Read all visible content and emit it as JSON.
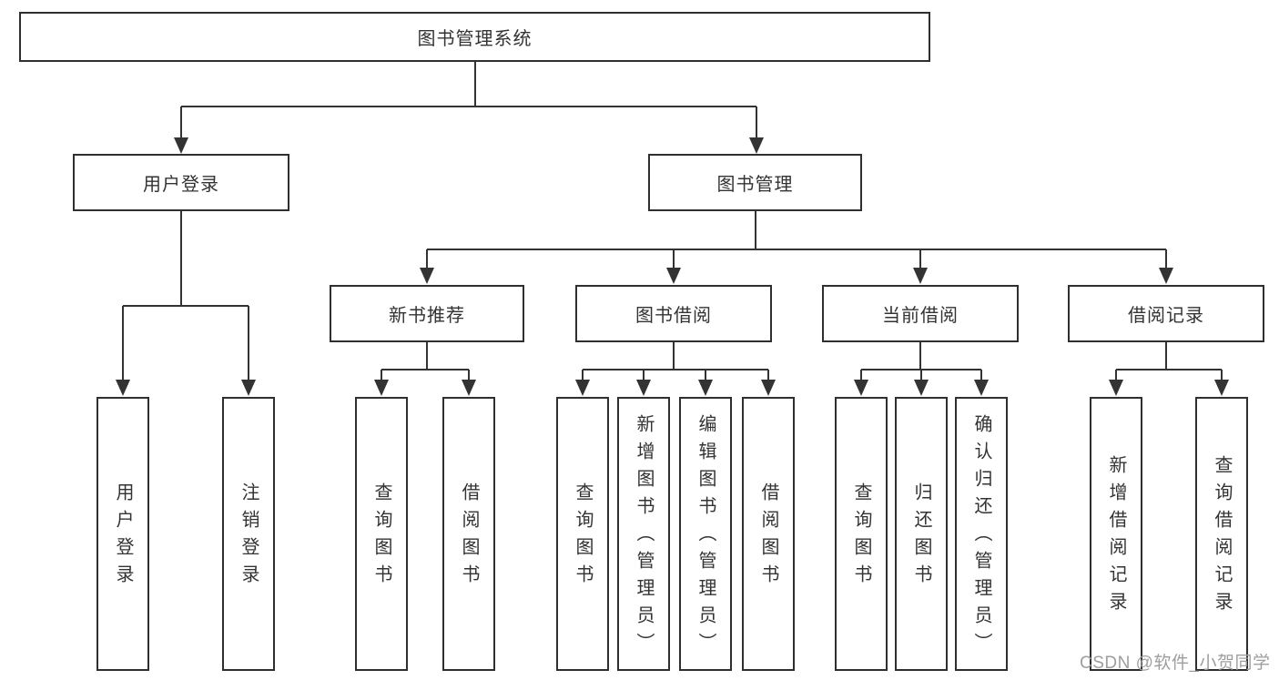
{
  "tree": {
    "root": {
      "label": "图书管理系统"
    },
    "level2": {
      "user_login": {
        "label": "用户登录"
      },
      "book_management": {
        "label": "图书管理"
      }
    },
    "level3": {
      "new_book_recommend": {
        "label": "新书推荐"
      },
      "book_borrow": {
        "label": "图书借阅"
      },
      "current_borrow": {
        "label": "当前借阅"
      },
      "borrow_record": {
        "label": "借阅记录"
      }
    },
    "leaves": {
      "user_login": [
        "用户登录",
        "注销登录"
      ],
      "new_book_recommend": [
        "查询图书",
        "借阅图书"
      ],
      "book_borrow": [
        "查询图书",
        "新增图书（管理员）",
        "编辑图书（管理员）",
        "借阅图书"
      ],
      "current_borrow": [
        "查询图书",
        "归还图书",
        "确认归还（管理员）"
      ],
      "borrow_record": [
        "新增借阅记录",
        "查询借阅记录"
      ]
    }
  },
  "watermark": {
    "text": "CSDN @软件_小贺同学"
  },
  "colors": {
    "line": "#333333",
    "box_border": "#2f2f2f",
    "text": "#333333",
    "watermark": "#9e9e9e",
    "background": "#ffffff"
  }
}
